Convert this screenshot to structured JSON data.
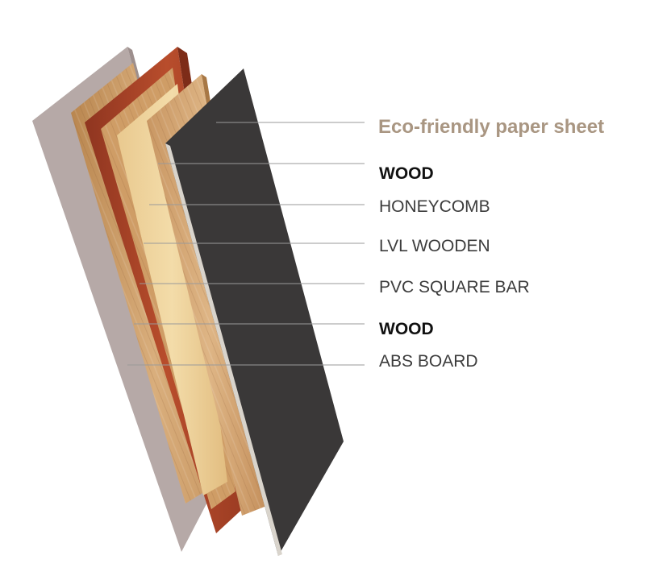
{
  "diagram": {
    "title": "Eco-friendly paper sheet",
    "layers": [
      {
        "label": "WOOD",
        "emphasis": true
      },
      {
        "label": "HONEYCOMB",
        "emphasis": false
      },
      {
        "label": "LVL WOODEN",
        "emphasis": false
      },
      {
        "label": "PVC SQUARE BAR",
        "emphasis": false
      },
      {
        "label": "WOOD",
        "emphasis": true
      },
      {
        "label": "ABS BOARD",
        "emphasis": false
      }
    ]
  },
  "colors": {
    "title": "#a99682",
    "leader_line": "#9a9a9a",
    "paper_sheet": "#3a3838",
    "wood_veneer": "#d2a878",
    "honeycomb": "#e8c58a",
    "lvl_wooden": "#cfa26c",
    "pvc_square_bar": "#a9452a",
    "wood_core": "#c99762",
    "abs_board": "#b4a7a5"
  }
}
